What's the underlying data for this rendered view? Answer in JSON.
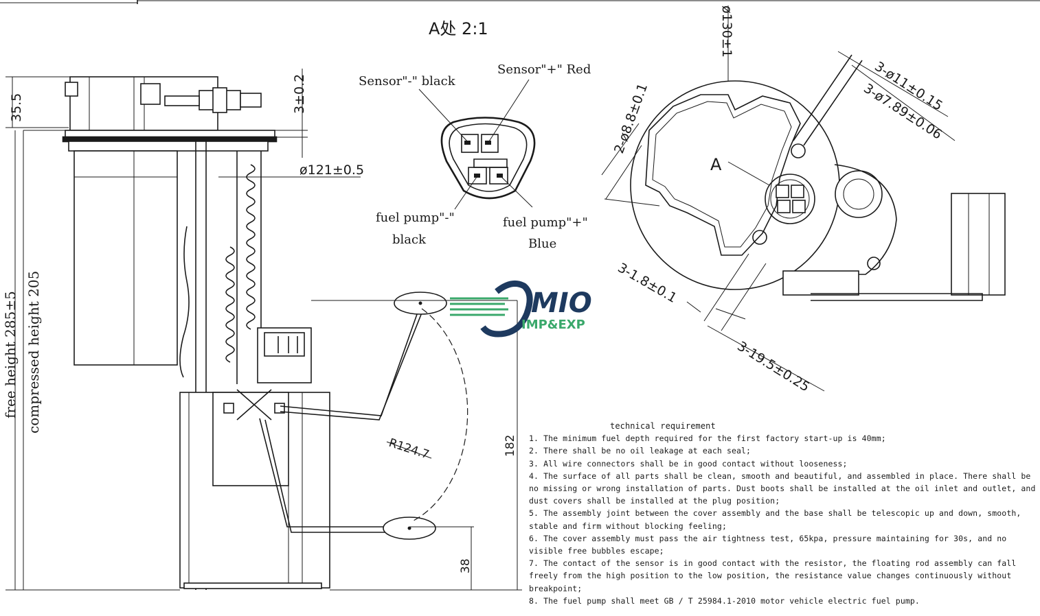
{
  "detail": {
    "title": "A处 2:1",
    "marker": "A"
  },
  "connector": {
    "sensor_minus": "Sensor\"-\" black",
    "sensor_plus": "Sensor\"+\" Red",
    "pump_minus": "fuel pump\"-\"",
    "pump_minus_color": "black",
    "pump_plus": "fuel pump\"+\"",
    "pump_plus_color": "Blue"
  },
  "dimensions": {
    "d35_5": "35.5",
    "d3": "3±0.2",
    "d121": "ø121±0.5",
    "free_height": "free height 285±5",
    "compressed_height": "compressed height 205",
    "d182": "182",
    "d38": "38",
    "radius": "R124.7",
    "d130": "ø130±1",
    "d8_8": "2-ø8.8±0.1",
    "d11": "3-ø11±0.15",
    "d7_89": "3-ø7.89±0.06",
    "d1_8": "3-1.8±0.1",
    "d19_5": "3-19.5±0.25"
  },
  "logo": {
    "name": "MIO",
    "sub": "IMP&EXP",
    "colors": {
      "navy": "#1e3a5f",
      "green": "#3aa86b"
    }
  },
  "tech": {
    "title": "technical requirement",
    "items": [
      "1. The minimum fuel depth required for the first factory start-up is 40mm;",
      "2. There shall be no oil leakage at each seal;",
      "3. All wire connectors shall be in good contact without looseness;",
      "4. The surface of all parts shall be clean, smooth and beautiful, and assembled in place. There shall be no missing or wrong installation of parts. Dust boots shall be installed at the oil inlet and outlet, and dust covers shall be installed at the plug position;",
      "5. The assembly joint between the cover assembly and the base shall be telescopic up and down, smooth, stable and firm without blocking feeling;",
      "6. The cover assembly must pass the air tightness test, 65kpa, pressure maintaining for 30s, and no visible free bubbles escape;",
      "7. The contact of the sensor is in good contact with the resistor, the floating rod assembly can fall freely from the high position to the low position, the resistance value changes continuously without breakpoint;",
      "8. The fuel pump shall meet GB / T 25984.1-2010 motor vehicle electric fuel pump."
    ]
  }
}
